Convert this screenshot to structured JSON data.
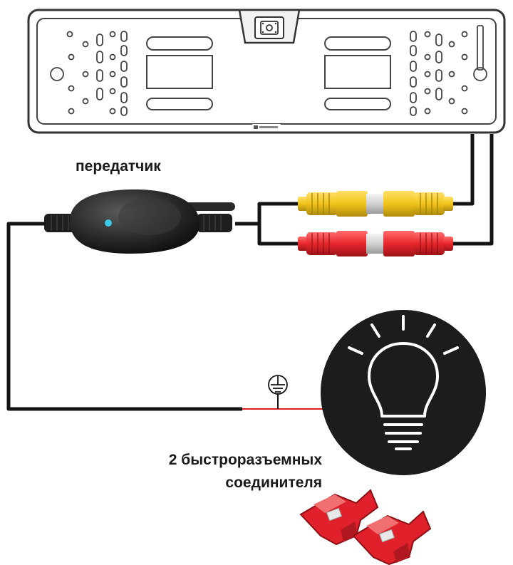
{
  "labels": {
    "transmitter": "передатчик",
    "connectors_line1": "2 быстроразъемных",
    "connectors_line2": "соединителя"
  },
  "colors": {
    "cable": "#141414",
    "frame_stroke": "#333333",
    "yellow_rca": "#f0c419",
    "red_rca": "#e8262d",
    "connector_red": "#e0202a",
    "lamp_circle": "#1c1c1c",
    "transmitter_body": "#2a2a2a",
    "led": "#3cc8e8",
    "live_wire": "#e22020"
  },
  "icons": {
    "ground": "ground-symbol-icon",
    "lamp": "light-bulb-icon",
    "camera": "camera-module-icon"
  }
}
